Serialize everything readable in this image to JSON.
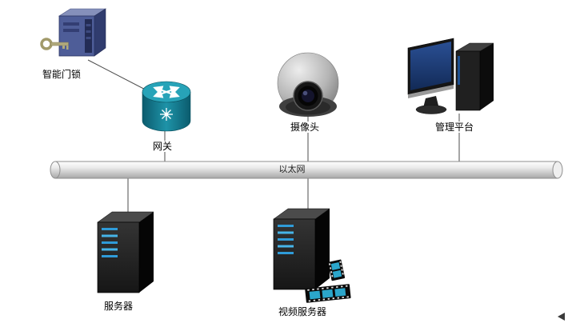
{
  "diagram": {
    "bus": {
      "label": "以太网"
    },
    "nodes": {
      "lock": {
        "label": "智能门锁"
      },
      "gateway": {
        "label": "网关"
      },
      "camera": {
        "label": "摄像头"
      },
      "platform": {
        "label": "管理平台"
      },
      "server": {
        "label": "服务器"
      },
      "video_server": {
        "label": "视频服务器"
      }
    },
    "edges": [
      {
        "from": "lock",
        "to": "gateway"
      },
      {
        "from": "gateway",
        "to": "bus"
      },
      {
        "from": "camera",
        "to": "bus"
      },
      {
        "from": "platform",
        "to": "bus"
      },
      {
        "from": "bus",
        "to": "server"
      },
      {
        "from": "bus",
        "to": "video_server"
      }
    ],
    "colors": {
      "lock_body": "#4e5d98",
      "gateway_teal": "#1e93a8",
      "camera_gray": "#b5b5b5",
      "screen_navy": "#1e3f7d",
      "server_led_blue": "#2f9bd8",
      "film_teal": "#2ba6cb",
      "bus_fill": "#e6e6e6",
      "connector_line": "#4d4d4d",
      "background": "#ffffff"
    }
  }
}
